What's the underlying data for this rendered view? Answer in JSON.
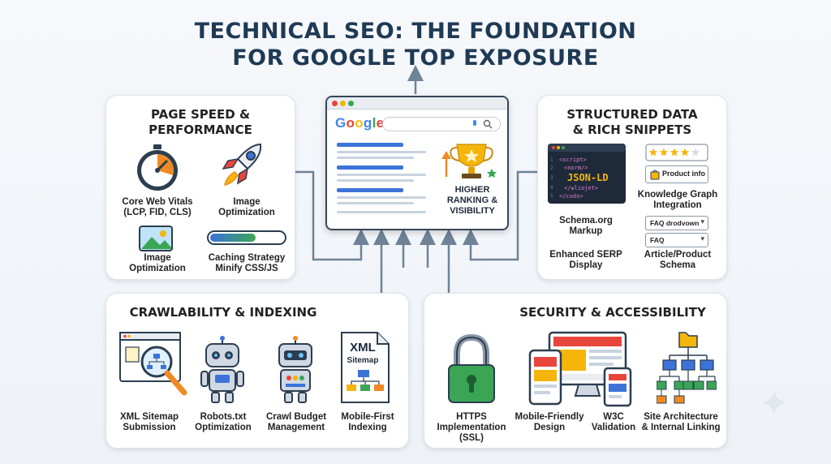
{
  "title": {
    "line1": "TECHNICAL SEO: THE FOUNDATION",
    "line2": "FOR GOOGLE TOP EXPOSURE"
  },
  "center": {
    "brand": "Google",
    "caption_line1": "HIGHER",
    "caption_line2": "RANKING &",
    "caption_line3": "VISIBILITY"
  },
  "speed": {
    "title_line1": "PAGE SPEED &",
    "title_line2": "PERFORMANCE",
    "cwv_line1": "Core Web Vitals",
    "cwv_line2": "(LCP, FID, CLS)",
    "img1_line1": "Image",
    "img1_line2": "Optimization",
    "img2_line1": "Image",
    "img2_line2": "Optimization",
    "cache_line1": "Caching Strategy",
    "cache_line2": "Minify CSS/JS",
    "cache_progress": 0.62
  },
  "structured": {
    "title_line1": "STRUCTURED DATA",
    "title_line2": "& RICH SNIPPETS",
    "code_lines": [
      "<script>",
      "<norm/>",
      "JSON-LD",
      "</wliojet>",
      "</cods>"
    ],
    "product_info": "Product info",
    "kg_line1": "Knowledge Graph",
    "kg_line2": "Integration",
    "schema_line1": "Schema.org",
    "schema_line2": "Markup",
    "faq1": "FAQ drodvown",
    "faq2": "FAQ",
    "serp_line1": "Enhanced SERP",
    "serp_line2": "Display",
    "article_line1": "Article/Product",
    "article_line2": "Schema",
    "rating_stars": 4
  },
  "crawl": {
    "title": "CRAWLABILITY & INDEXING",
    "sitemap_line1": "XML Sitemap",
    "sitemap_line2": "Submission",
    "robots_line1": "Robots.txt",
    "robots_line2": "Optimization",
    "budget_line1": "Crawl Budget",
    "budget_line2": "Management",
    "mobile_line1": "Mobile-First",
    "mobile_line2": "Indexing",
    "doc_line1": "XML",
    "doc_line2": "Sitemap"
  },
  "security": {
    "title": "SECURITY & ACCESSIBILITY",
    "https_line1": "HTTPS",
    "https_line2": "Implementation",
    "https_line3": "(SSL)",
    "mobile_line1": "Mobile-Friendly",
    "mobile_line2": "Design",
    "w3c_line1": "W3C",
    "w3c_line2": "Validation",
    "site_line1": "Site Architecture",
    "site_line2": "& Internal Linking"
  },
  "colors": {
    "title": "#1f3a55",
    "connector": "#6f8296",
    "accent_blue": "#2f6fd6",
    "accent_green": "#3aa655",
    "accent_orange": "#f08a24"
  }
}
